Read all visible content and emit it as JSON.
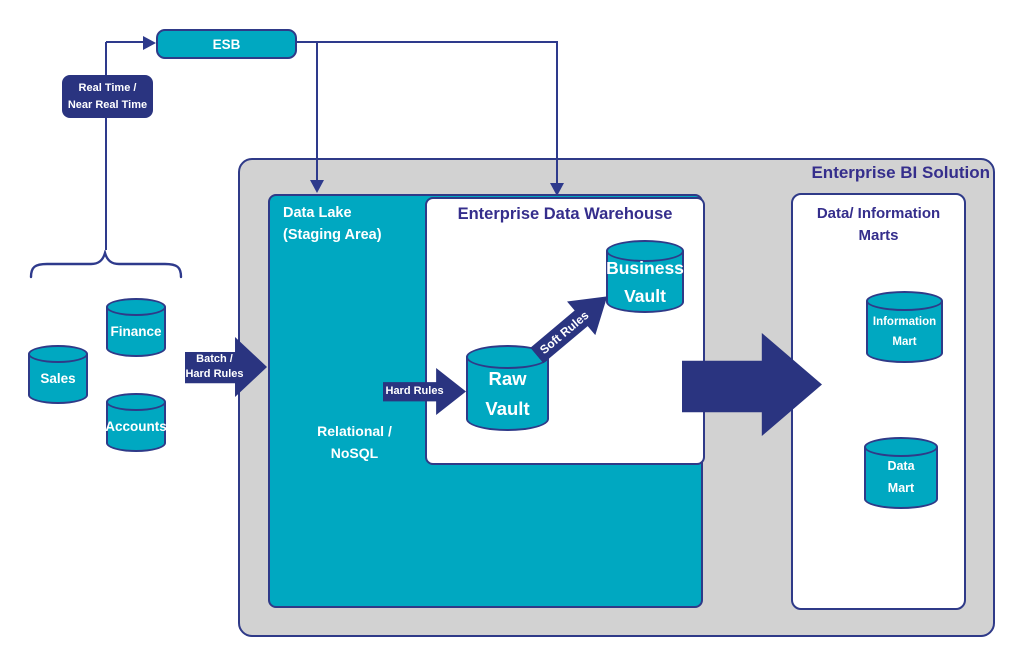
{
  "colors": {
    "teal": "#00a8c1",
    "navy": "#2a3480",
    "line": "#2e3a8c",
    "grey": "#d2d2d2",
    "border": "#2f3a88",
    "title": "#352e8c",
    "label": "#ffffff"
  },
  "esb": {
    "label": "ESB"
  },
  "realtime": {
    "line1": "Real Time /",
    "line2": "Near Real Time"
  },
  "sources": {
    "sales": "Sales",
    "finance": "Finance",
    "accounts": "Accounts"
  },
  "flows": {
    "batch_line1": "Batch /",
    "batch_line2": "Hard Rules",
    "hard_rules": "Hard Rules",
    "soft_rules": "Soft Rules"
  },
  "bi_solution": {
    "title": "Enterprise BI Solution"
  },
  "data_lake": {
    "title1": "Data Lake",
    "title2": "(Staging Area)",
    "sub1": "Relational /",
    "sub2": "NoSQL"
  },
  "edw": {
    "title": "Enterprise Data Warehouse",
    "raw_vault_line1": "Raw",
    "raw_vault_line2": "Vault",
    "business_vault_line1": "Business",
    "business_vault_line2": "Vault"
  },
  "marts": {
    "title1": "Data/ Information",
    "title2": "Marts",
    "info_mart_line1": "Information",
    "info_mart_line2": "Mart",
    "data_mart_line1": "Data",
    "data_mart_line2": "Mart"
  }
}
